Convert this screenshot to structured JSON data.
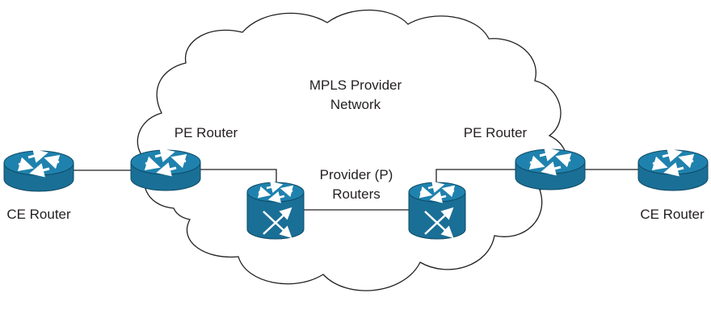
{
  "cloud": {
    "title_line1": "MPLS Provider",
    "title_line2": "Network"
  },
  "routers": {
    "ce_left": "CE Router",
    "pe_left": "PE Router",
    "p_line1": "Provider (P)",
    "p_line2": "Routers",
    "pe_right": "PE Router",
    "ce_right": "CE Router"
  },
  "colors": {
    "router_fill": "#1a6f96",
    "router_top": "#1f82ae",
    "router_stroke": "#0e4a66",
    "line": "#231f20",
    "text": "#231f20"
  }
}
